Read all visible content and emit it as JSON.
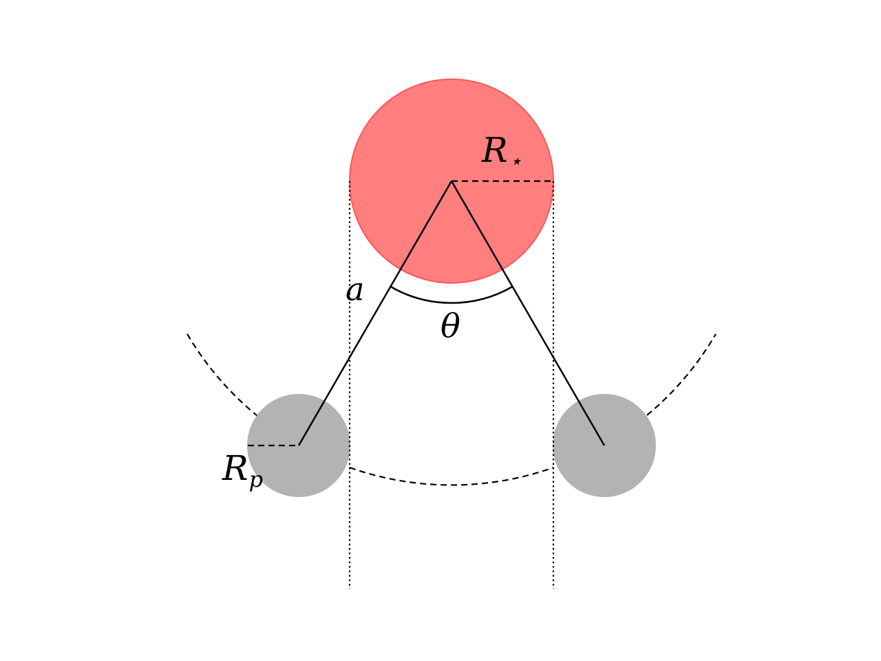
{
  "labels": {
    "star_radius": "R",
    "star_radius_sub": "⋆",
    "semi_major_axis": "a",
    "angle": "θ",
    "planet_radius": "R",
    "planet_radius_sub": "p"
  },
  "colors": {
    "star_fill": "#ff7f7f",
    "star_edge": "#ff5555",
    "planet_fill": "#b3b3b3",
    "line": "#000000",
    "background": "#ffffff"
  }
}
